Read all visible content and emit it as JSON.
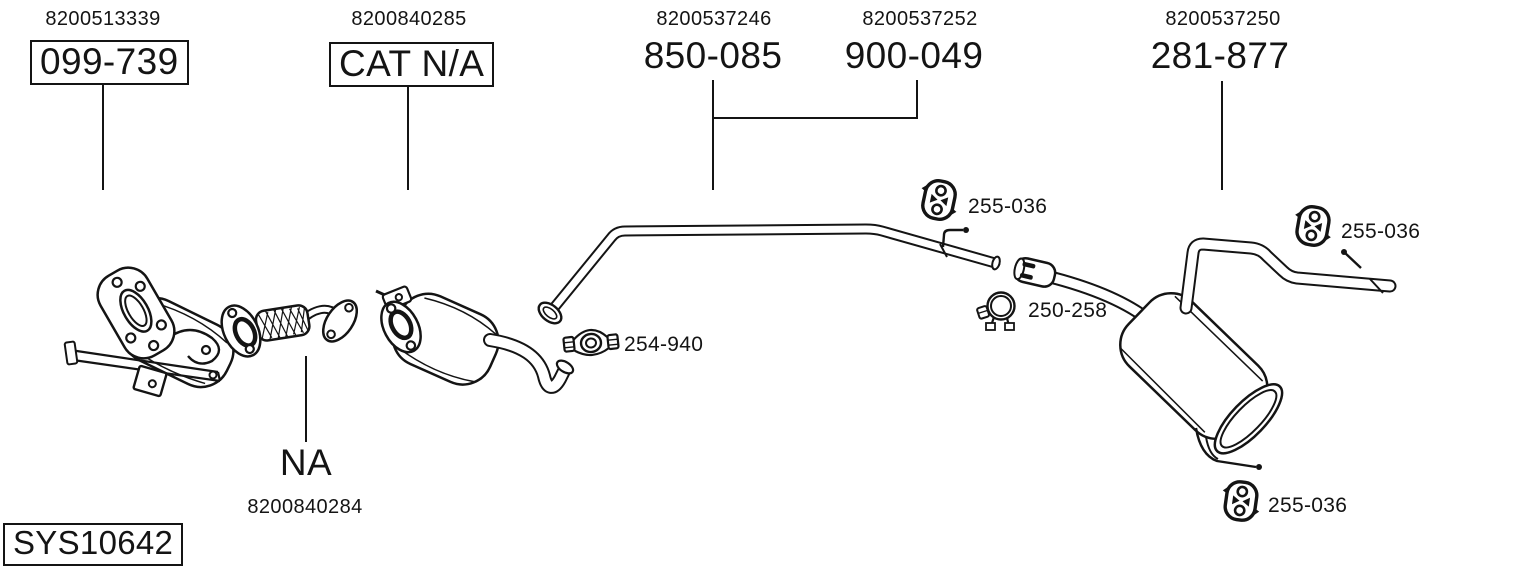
{
  "page": {
    "background_color": "#ffffff",
    "line_color": "#141414"
  },
  "system_code": {
    "label": "SYS10642"
  },
  "part_groups": [
    {
      "oem_number": "8200513339",
      "part_code": "099-739",
      "boxed": true
    },
    {
      "oem_number": "8200840285",
      "part_code": "CAT N/A",
      "boxed": true
    },
    {
      "oem_number": "8200537246",
      "part_code": "850-085",
      "boxed": false
    },
    {
      "oem_number": "8200537252",
      "part_code": "900-049",
      "boxed": false
    },
    {
      "oem_number": "8200537250",
      "part_code": "281-877",
      "boxed": false
    }
  ],
  "unavailable_part": {
    "part_code": "NA",
    "oem_number": "8200840284"
  },
  "hardware_callouts": [
    {
      "part_code": "254-940",
      "icon": "pipe-clamp-icon"
    },
    {
      "part_code": "255-036",
      "icon": "rubber-hanger-icon"
    },
    {
      "part_code": "250-258",
      "icon": "band-clamp-icon"
    },
    {
      "part_code": "255-036",
      "icon": "rubber-hanger-icon"
    },
    {
      "part_code": "255-036",
      "icon": "rubber-hanger-icon"
    }
  ]
}
